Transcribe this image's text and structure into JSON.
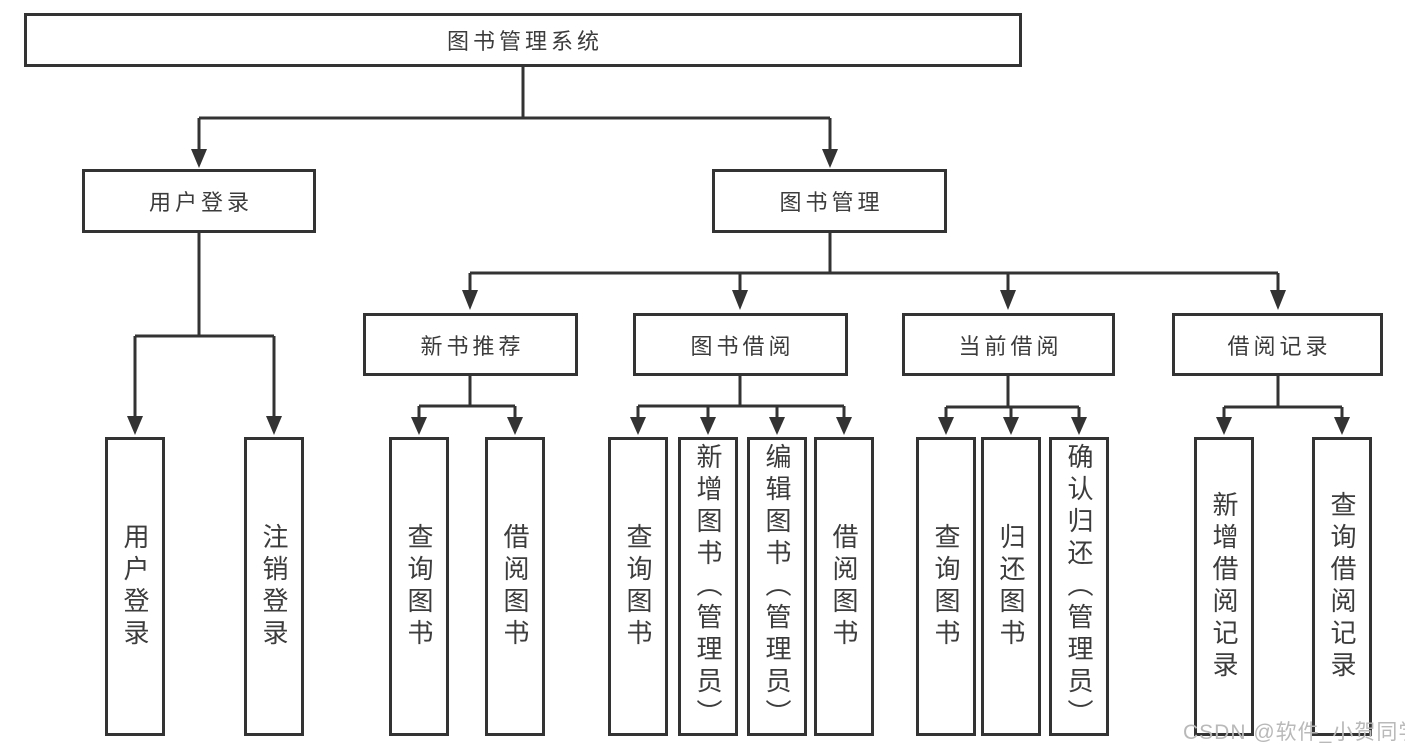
{
  "colors": {
    "line": "#333333",
    "text": "#3c3c3c",
    "box_fill": "#ffffff",
    "background": "#ffffff",
    "watermark": "#b9b9b9"
  },
  "watermark": "CSDN @软件_小贺同学",
  "nodes": {
    "root": "图书管理系统",
    "user_login": "用户登录",
    "book_management": "图书管理",
    "new_book_recommend": "新书推荐",
    "book_borrow": "图书借阅",
    "current_borrow": "当前借阅",
    "borrow_records": "借阅记录",
    "ul_user_login": "用户登录",
    "ul_logout": "注销登录",
    "nb_query_books": "查询图书",
    "nb_borrow_books": "借阅图书",
    "bb_query_books": "查询图书",
    "bb_add_book_admin": "新增图书（管理员）",
    "bb_edit_book_admin": "编辑图书（管理员）",
    "bb_borrow_books": "借阅图书",
    "cb_query_books": "查询图书",
    "cb_return_books": "归还图书",
    "cb_confirm_return_admin": "确认归还（管理员）",
    "br_add_record": "新增借阅记录",
    "br_query_record": "查询借阅记录"
  }
}
